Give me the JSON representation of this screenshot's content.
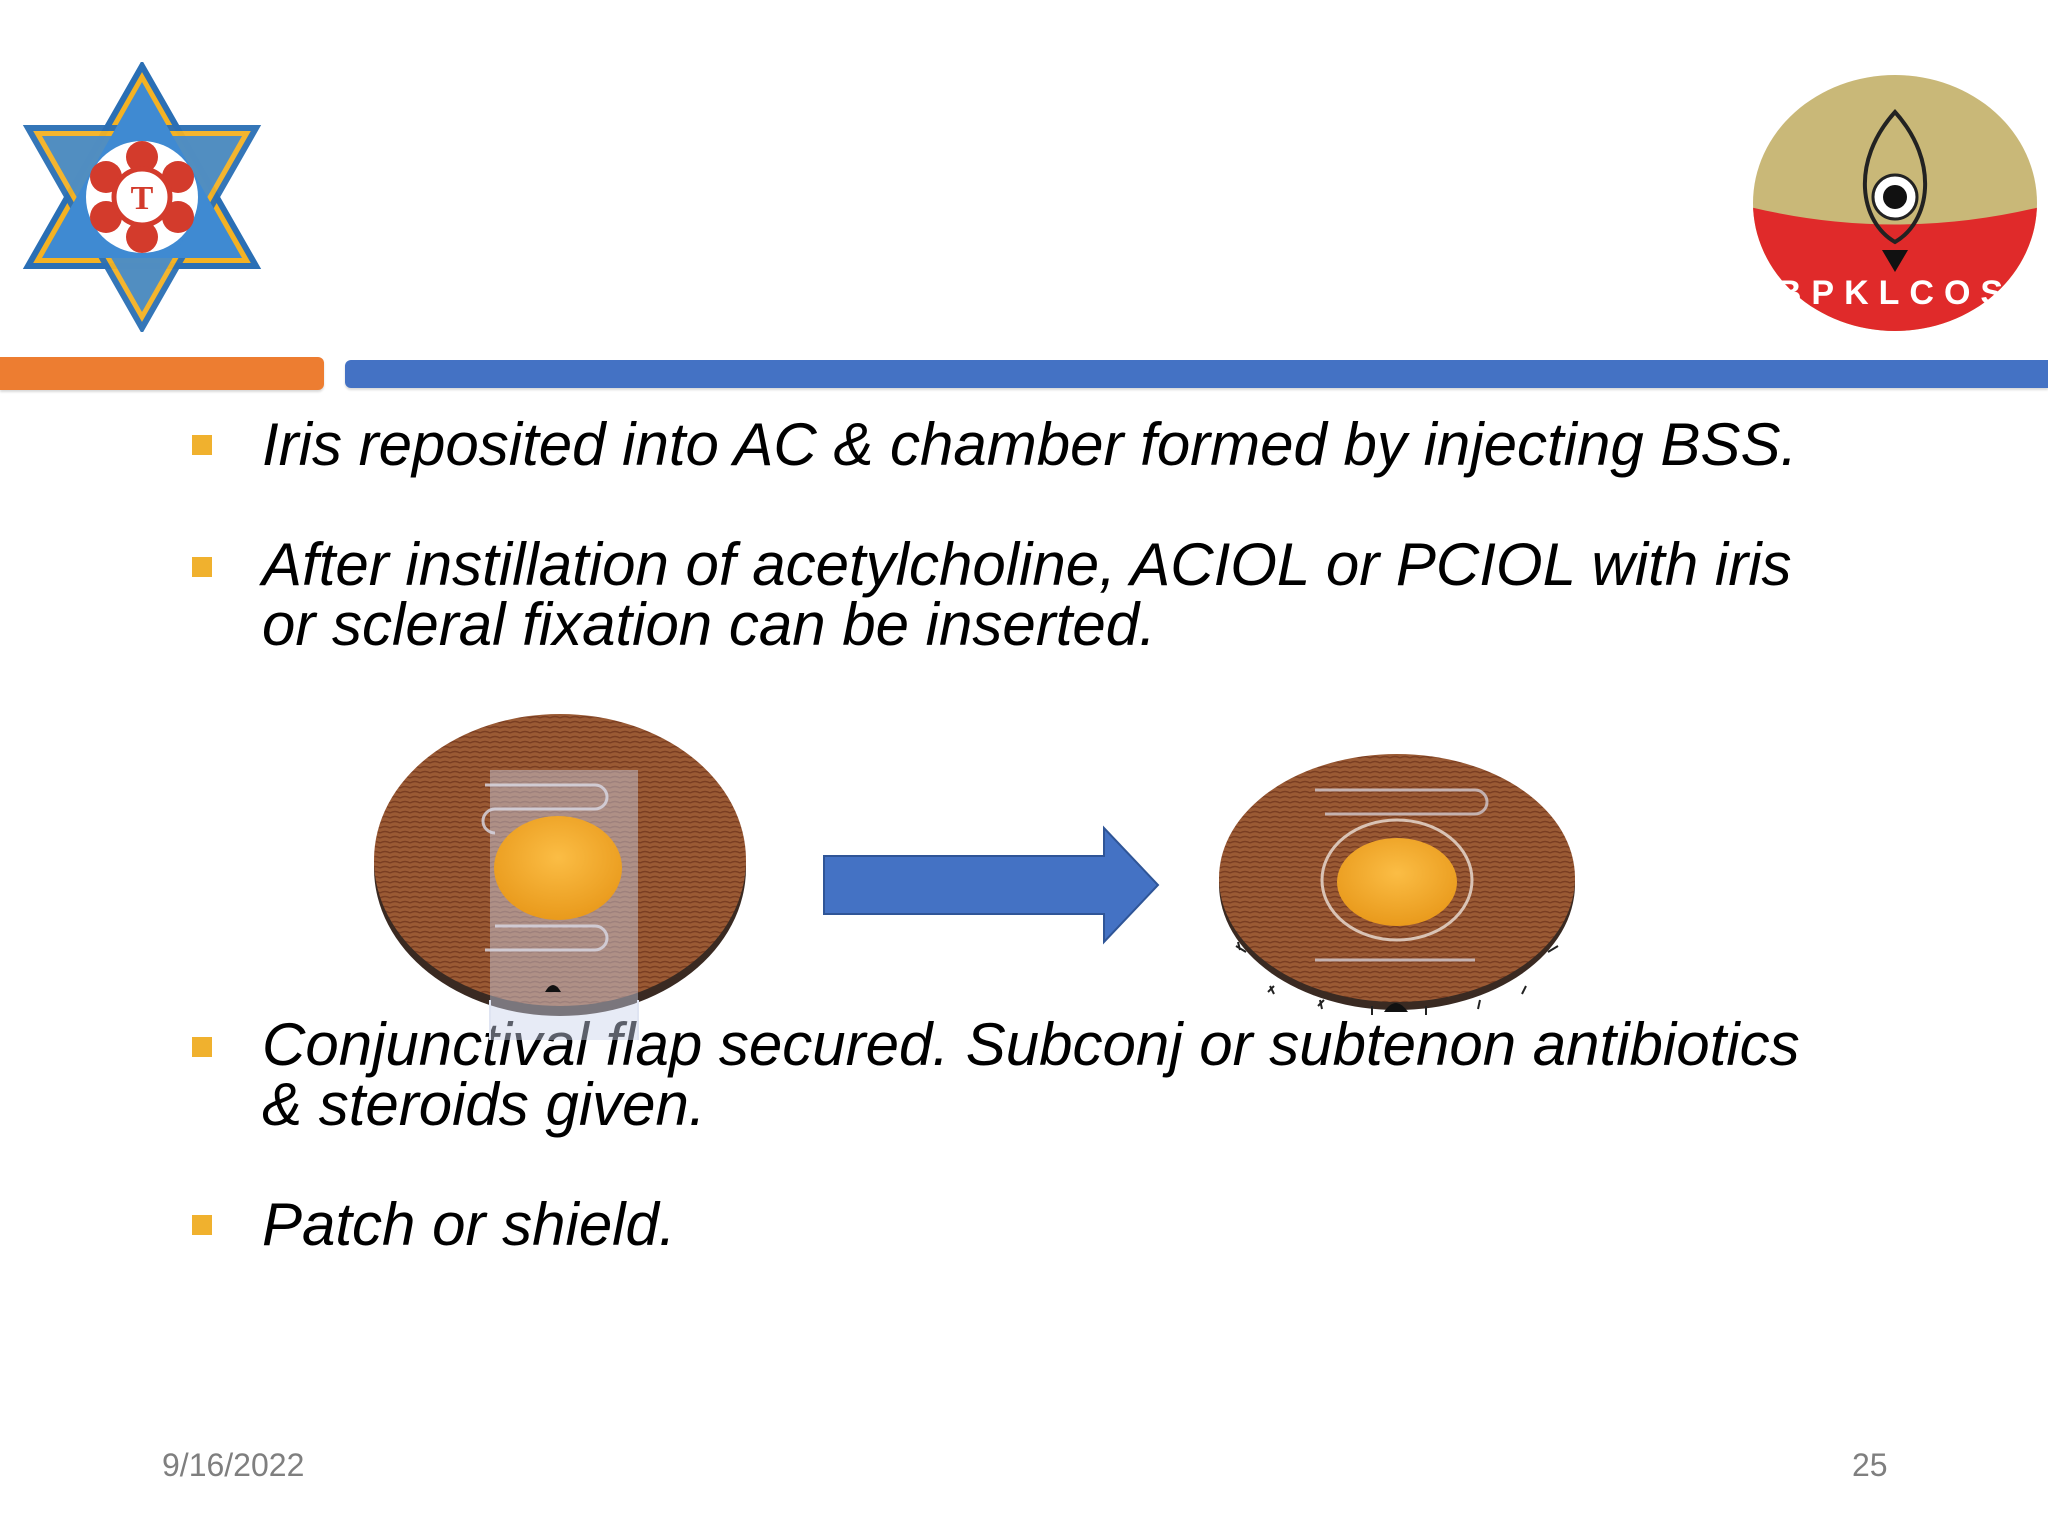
{
  "header": {
    "left_logo": {
      "icon": "tribhuvan-university-star-logo-icon"
    },
    "right_logo": {
      "icon": "bpklcos-eye-logo-icon",
      "text": "BPKLCOS"
    },
    "colors": {
      "orange_bar": "#ed7d31",
      "blue_bar": "#4472c4"
    }
  },
  "bullets": [
    {
      "lines": [
        "Iris reposited into AC & chamber formed by injecting BSS."
      ]
    },
    {
      "lines": [
        "After instillation of acetylcholine, ACIOL  or PCIOL with iris",
        "or scleral fixation can be inserted."
      ]
    },
    {
      "lines": [
        "Conjunctival flap secured. Subconj or subtenon antibiotics",
        "& steroids given."
      ]
    },
    {
      "lines": [
        "Patch or shield."
      ]
    }
  ],
  "bullet_color": "#f0b12e",
  "diagram": {
    "left": "eye-before-closure-diagram",
    "arrow": "right-arrow-icon",
    "right": "eye-after-suturing-diagram",
    "arrow_color": "#4472c4"
  },
  "footer": {
    "date": "9/16/2022",
    "page_number": "25"
  }
}
